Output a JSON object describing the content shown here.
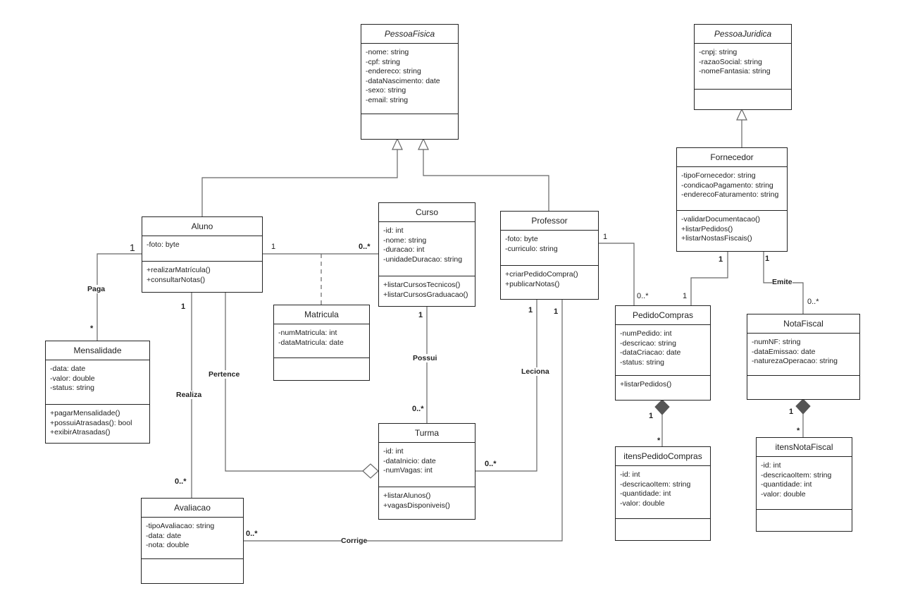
{
  "classes": {
    "pessoa_fisica": {
      "name": "PessoaFisica",
      "attributes": [
        "-nome: string",
        "-cpf: string",
        "-endereco: string",
        "-dataNascimento: date",
        "-sexo: string",
        "-email: string"
      ],
      "methods": []
    },
    "pessoa_juridica": {
      "name": "PessoaJuridica",
      "attributes": [
        "-cnpj: string",
        "-razaoSocial: string",
        "-nomeFantasia: string"
      ],
      "methods": []
    },
    "fornecedor": {
      "name": "Fornecedor",
      "attributes": [
        "-tipoFornecedor: string",
        "-condicaoPagamento: string",
        "-enderecoFaturamento: string"
      ],
      "methods": [
        "-validarDocumentacao()",
        "+listarPedidos()",
        "+listarNostasFiscais()"
      ]
    },
    "aluno": {
      "name": "Aluno",
      "attributes": [
        "-foto: byte"
      ],
      "methods": [
        "+realizarMatrícula()",
        "+consultarNotas()"
      ]
    },
    "curso": {
      "name": "Curso",
      "attributes": [
        "-id: int",
        "-nome: string",
        "-duracao: int",
        "-unidadeDuracao: string"
      ],
      "methods": [
        "+listarCursosTecnicos()",
        "+listarCursosGraduacao()"
      ]
    },
    "professor": {
      "name": "Professor",
      "attributes": [
        "-foto: byte",
        "-curriculo: string"
      ],
      "methods": [
        "+criarPedidoCompra()",
        "+publicarNotas()"
      ]
    },
    "matricula": {
      "name": "Matricula",
      "attributes": [
        "-numMatricula: int",
        "-dataMatricula: date"
      ],
      "methods": []
    },
    "mensalidade": {
      "name": "Mensalidade",
      "attributes": [
        "-data: date",
        "-valor: double",
        "-status: string"
      ],
      "methods": [
        "+pagarMensalidade()",
        "+possuiAtrasadas(): bool",
        "+exibirAtrasadas()"
      ]
    },
    "pedido_compras": {
      "name": "PedidoCompras",
      "attributes": [
        "-numPedido: int",
        "-descricao: string",
        "-dataCriacao: date",
        "-status: string"
      ],
      "methods": [
        "+listarPedidos()"
      ]
    },
    "nota_fiscal": {
      "name": "NotaFiscal",
      "attributes": [
        "-numNF: string",
        "-dataEmissao: date",
        "-naturezaOperacao: string"
      ],
      "methods": []
    },
    "turma": {
      "name": "Turma",
      "attributes": [
        "-id: int",
        "-dataInicio: date",
        "-numVagas: int"
      ],
      "methods": [
        "+listarAlunos()",
        "+vagasDisponiveis()"
      ]
    },
    "itens_pedido_compras": {
      "name": "itensPedidoCompras",
      "attributes": [
        "-id: int",
        "-descricaoItem: string",
        "-quantidade: int",
        "-valor: double"
      ],
      "methods": []
    },
    "itens_nota_fiscal": {
      "name": "itensNotaFiscal",
      "attributes": [
        "-id: int",
        "-descricaoItem: string",
        "-quantidade: int",
        "-valor: double"
      ],
      "methods": []
    },
    "avaliacao": {
      "name": "Avaliacao",
      "attributes": [
        "-tipoAvaliacao: string",
        "-data: date",
        "-nota: double"
      ],
      "methods": []
    }
  },
  "associations": {
    "paga": "Paga",
    "pertence": "Pertence",
    "realiza": "Realiza",
    "possui": "Possui",
    "leciona": "Leciona",
    "corrige": "Corrige",
    "emite": "Emite"
  },
  "multiplicities": {
    "aluno_paga": "1",
    "mensalidade_paga": "*",
    "aluno_curso": "1",
    "curso_aluno": "0..*",
    "aluno_realiza": "1",
    "avaliacao_realiza": "0..*",
    "curso_possui": "1",
    "turma_possui": "0..*",
    "professor_leciona": "1",
    "turma_leciona": "0..*",
    "professor_corrige": "1",
    "avaliacao_corrige": "0..*",
    "professor_pedido": "1",
    "pedido_professor": "0..*",
    "fornecedor_pedido": "1",
    "pedido_fornecedor": "1",
    "fornecedor_emite": "1",
    "nota_emite": "0..*",
    "pedido_itens": "1",
    "itens_pedido": "*",
    "nota_itens": "1",
    "itens_nota": "*"
  }
}
